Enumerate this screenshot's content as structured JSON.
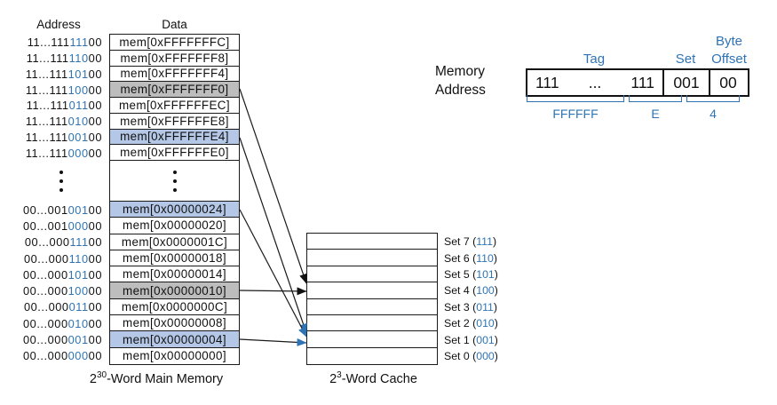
{
  "colors": {
    "accent_blue": "#2e74b5",
    "highlight_blue": "#b4c7e7",
    "highlight_gray": "#bdbdbd",
    "line_black": "#1a1a1a"
  },
  "headers": {
    "address": "Address",
    "data": "Data"
  },
  "memory": {
    "upper_rows": [
      {
        "prefix": "11...111",
        "set": "111",
        "suffix": "00",
        "data": "mem[0xFFFFFFFC]",
        "highlight": "none"
      },
      {
        "prefix": "11...111",
        "set": "110",
        "suffix": "00",
        "data": "mem[0xFFFFFFF8]",
        "highlight": "none"
      },
      {
        "prefix": "11...111",
        "set": "101",
        "suffix": "00",
        "data": "mem[0xFFFFFFF4]",
        "highlight": "none"
      },
      {
        "prefix": "11...111",
        "set": "100",
        "suffix": "00",
        "data": "mem[0xFFFFFFF0]",
        "highlight": "gray"
      },
      {
        "prefix": "11...111",
        "set": "011",
        "suffix": "00",
        "data": "mem[0xFFFFFFEC]",
        "highlight": "none"
      },
      {
        "prefix": "11...111",
        "set": "010",
        "suffix": "00",
        "data": "mem[0xFFFFFFE8]",
        "highlight": "none"
      },
      {
        "prefix": "11...111",
        "set": "001",
        "suffix": "00",
        "data": "mem[0xFFFFFFE4]",
        "highlight": "blue"
      },
      {
        "prefix": "11...111",
        "set": "000",
        "suffix": "00",
        "data": "mem[0xFFFFFFE0]",
        "highlight": "none"
      }
    ],
    "lower_rows": [
      {
        "prefix": "00...001",
        "set": "001",
        "suffix": "00",
        "data": "mem[0x00000024]",
        "highlight": "blue"
      },
      {
        "prefix": "00...001",
        "set": "000",
        "suffix": "00",
        "data": "mem[0x00000020]",
        "highlight": "none"
      },
      {
        "prefix": "00...000",
        "set": "111",
        "suffix": "00",
        "data": "mem[0x0000001C]",
        "highlight": "none"
      },
      {
        "prefix": "00...000",
        "set": "110",
        "suffix": "00",
        "data": "mem[0x00000018]",
        "highlight": "none"
      },
      {
        "prefix": "00...000",
        "set": "101",
        "suffix": "00",
        "data": "mem[0x00000014]",
        "highlight": "none"
      },
      {
        "prefix": "00...000",
        "set": "100",
        "suffix": "00",
        "data": "mem[0x00000010]",
        "highlight": "gray"
      },
      {
        "prefix": "00...000",
        "set": "011",
        "suffix": "00",
        "data": "mem[0x0000000C]",
        "highlight": "none"
      },
      {
        "prefix": "00...000",
        "set": "010",
        "suffix": "00",
        "data": "mem[0x00000008]",
        "highlight": "none"
      },
      {
        "prefix": "00...000",
        "set": "001",
        "suffix": "00",
        "data": "mem[0x00000004]",
        "highlight": "blue"
      },
      {
        "prefix": "00...000",
        "set": "000",
        "suffix": "00",
        "data": "mem[0x00000000]",
        "highlight": "none"
      }
    ],
    "caption": {
      "base": "2",
      "exponent": "30",
      "rest": "-Word Main Memory"
    }
  },
  "cache": {
    "rows": [
      {
        "label": "Set 7",
        "bits": "111",
        "highlight": "none"
      },
      {
        "label": "Set 6",
        "bits": "110",
        "highlight": "none"
      },
      {
        "label": "Set 5",
        "bits": "101",
        "highlight": "none"
      },
      {
        "label": "Set 4",
        "bits": "100",
        "highlight": "gray"
      },
      {
        "label": "Set 3",
        "bits": "011",
        "highlight": "none"
      },
      {
        "label": "Set 2",
        "bits": "010",
        "highlight": "none"
      },
      {
        "label": "Set 1",
        "bits": "001",
        "highlight": "blue"
      },
      {
        "label": "Set 0",
        "bits": "000",
        "highlight": "none"
      }
    ],
    "caption": {
      "base": "2",
      "exponent": "3",
      "rest": "-Word Cache"
    }
  },
  "address_breakdown": {
    "label_line1": "Memory",
    "label_line2": "Address",
    "byte_label": "Byte",
    "tag_label": "Tag",
    "set_label": "Set",
    "offset_label": "Offset",
    "tag_left": "111",
    "tag_dots": "...",
    "tag_right": "111",
    "set_bits": "001",
    "offset_bits": "00",
    "hex_groups": [
      {
        "value": "FFFFFF"
      },
      {
        "value": "E"
      },
      {
        "value": "4"
      }
    ]
  }
}
